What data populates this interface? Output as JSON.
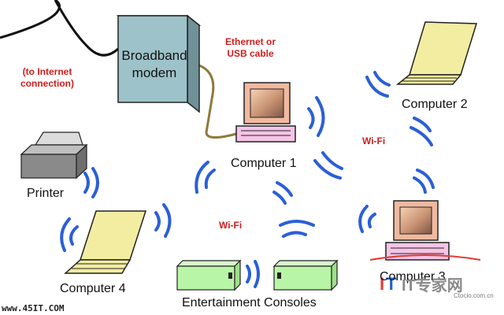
{
  "nodes": {
    "modem": "Broadband\nmodem",
    "computer1": "Computer 1",
    "computer2": "Computer 2",
    "computer3": "Computer 3",
    "computer4": "Computer 4",
    "printer": "Printer",
    "consoles": "Entertainment Consoles"
  },
  "annotations": {
    "internet": "(to Internet\nconnection)",
    "cable": "Ethernet or\nUSB cable",
    "wifi_right": "Wi-Fi",
    "wifi_center": "Wi-Fi"
  },
  "watermarks": {
    "left": "www.45IT.COM",
    "right_logo": "IT专家网",
    "right_sub": "Ctocio.com.cn"
  },
  "colors": {
    "wave": "#2b5fd8",
    "label_red": "#d21d1d",
    "modem": "#9ec2c9",
    "console": "#b9f5a6",
    "laptop": "#f3eda1",
    "keyboard": "#f5c4e6"
  }
}
